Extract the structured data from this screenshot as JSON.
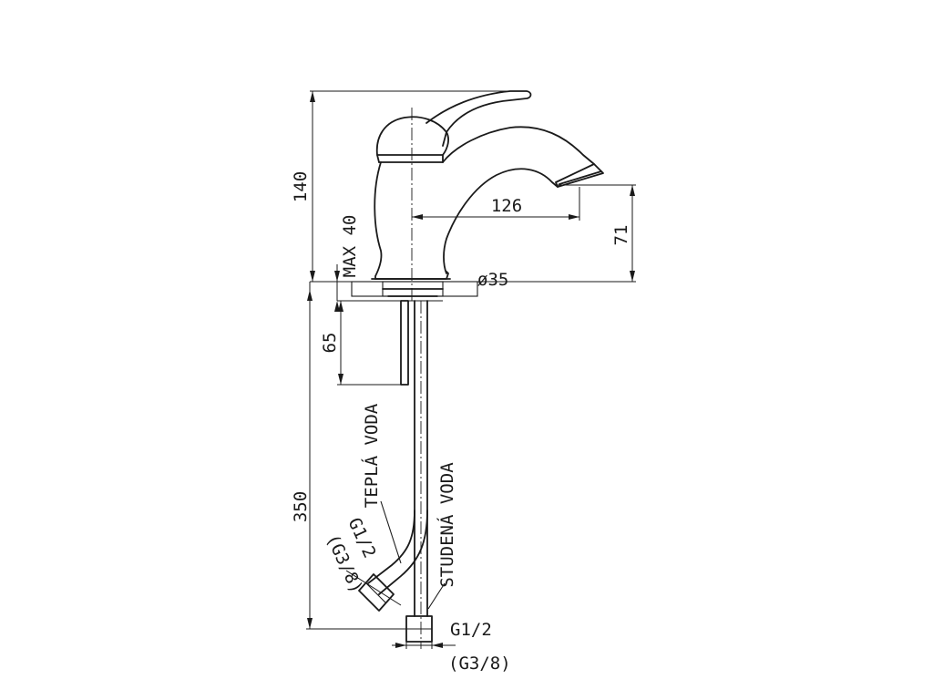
{
  "diagram": {
    "dimensions": {
      "height_total": "140",
      "max_plate": "MAX 40",
      "spout_reach": "126",
      "spout_height": "71",
      "base_diameter": "ø35",
      "shank_length": "65",
      "hose_length": "350"
    },
    "labels": {
      "hot_water": "TEPLÁ VODA",
      "cold_water": "STUDENÁ VODA",
      "hot_thread": "G1/2",
      "hot_thread_alt": "(G3/8)",
      "cold_thread": "G1/2",
      "cold_thread_alt": "(G3/8)"
    }
  }
}
